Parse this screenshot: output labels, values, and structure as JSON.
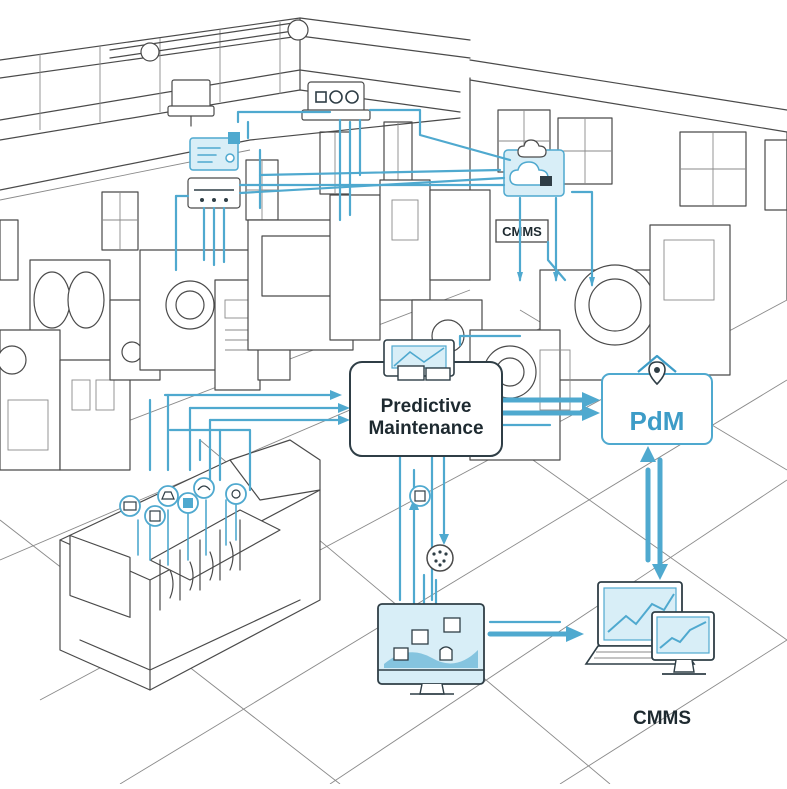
{
  "labels": {
    "center_box_line1": "Predictive",
    "center_box_line2": "Maintenance",
    "pdm_box": "PdM",
    "cmms_tag_upper": "CMMS",
    "cmms_caption_bottom": "CMMS"
  },
  "colors": {
    "accent_blue": "#4fa9cf",
    "ink": "#4a4a4a",
    "dark_text": "#1e2a30",
    "pdm_text": "#3d9cc7"
  },
  "icons": [
    "monitor-icon",
    "control-panel-icon",
    "document-sensor-icon",
    "gateway-device-icon",
    "cloud-server-icon",
    "sensor-icon",
    "vibration-sensor-icon",
    "dashboard-monitor-icon",
    "laptop-chart-icon",
    "desktop-chart-icon",
    "pdm-pin-icon"
  ]
}
